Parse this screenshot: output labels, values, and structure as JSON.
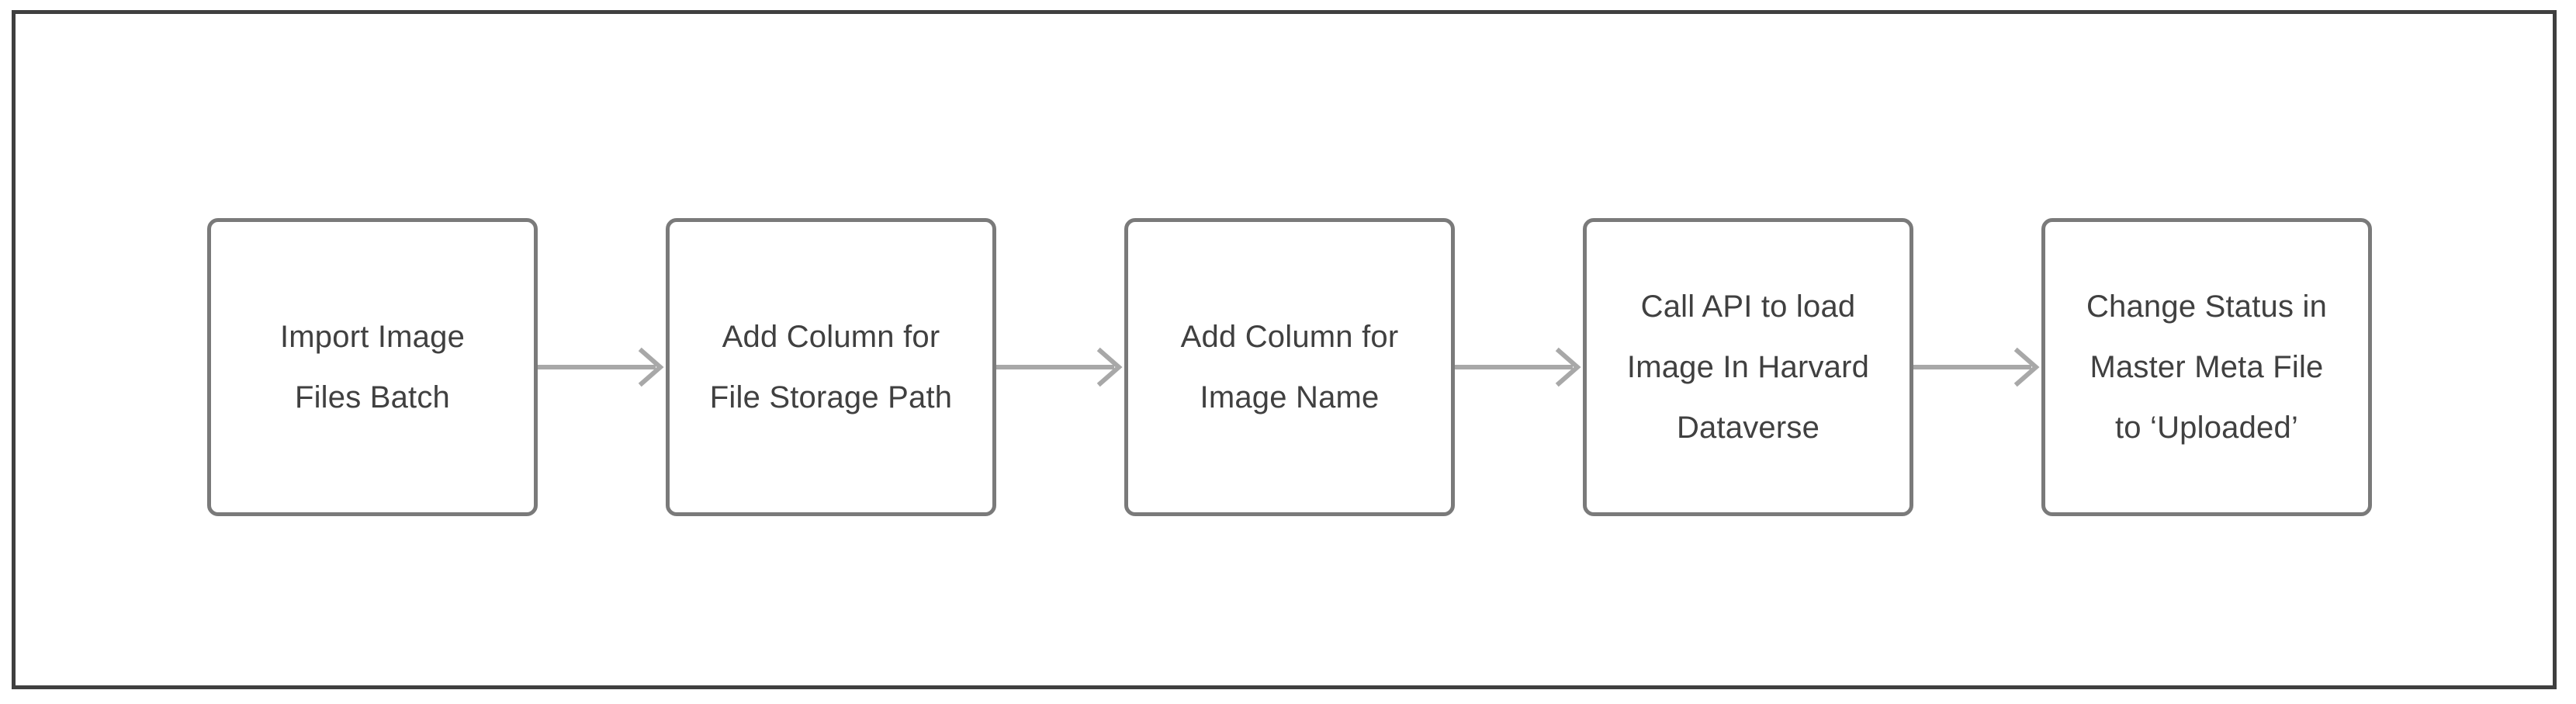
{
  "diagram": {
    "type": "flowchart",
    "orientation": "left-to-right",
    "frame": {
      "border_color": "#3f3f3f",
      "background_color": "#ffffff"
    },
    "node_style": {
      "border_color": "#7a7a7a",
      "fill_color": "#ffffff",
      "text_color": "#404040",
      "shape": "rounded-rectangle"
    },
    "connector_style": {
      "line_color": "#a8a8a8",
      "arrowhead": "open-chevron"
    },
    "nodes": [
      {
        "id": "node-1",
        "label": "Import Image\nFiles Batch"
      },
      {
        "id": "node-2",
        "label": "Add Column for\nFile Storage Path"
      },
      {
        "id": "node-3",
        "label": "Add Column for\nImage Name"
      },
      {
        "id": "node-4",
        "label": "Call API to load\nImage In Harvard\nDataverse"
      },
      {
        "id": "node-5",
        "label": "Change Status in\nMaster Meta File\nto ‘Uploaded’"
      }
    ],
    "connectors": [
      {
        "id": "connector-1",
        "from": "node-1",
        "to": "node-2"
      },
      {
        "id": "connector-2",
        "from": "node-2",
        "to": "node-3"
      },
      {
        "id": "connector-3",
        "from": "node-3",
        "to": "node-4"
      },
      {
        "id": "connector-4",
        "from": "node-4",
        "to": "node-5"
      }
    ]
  }
}
